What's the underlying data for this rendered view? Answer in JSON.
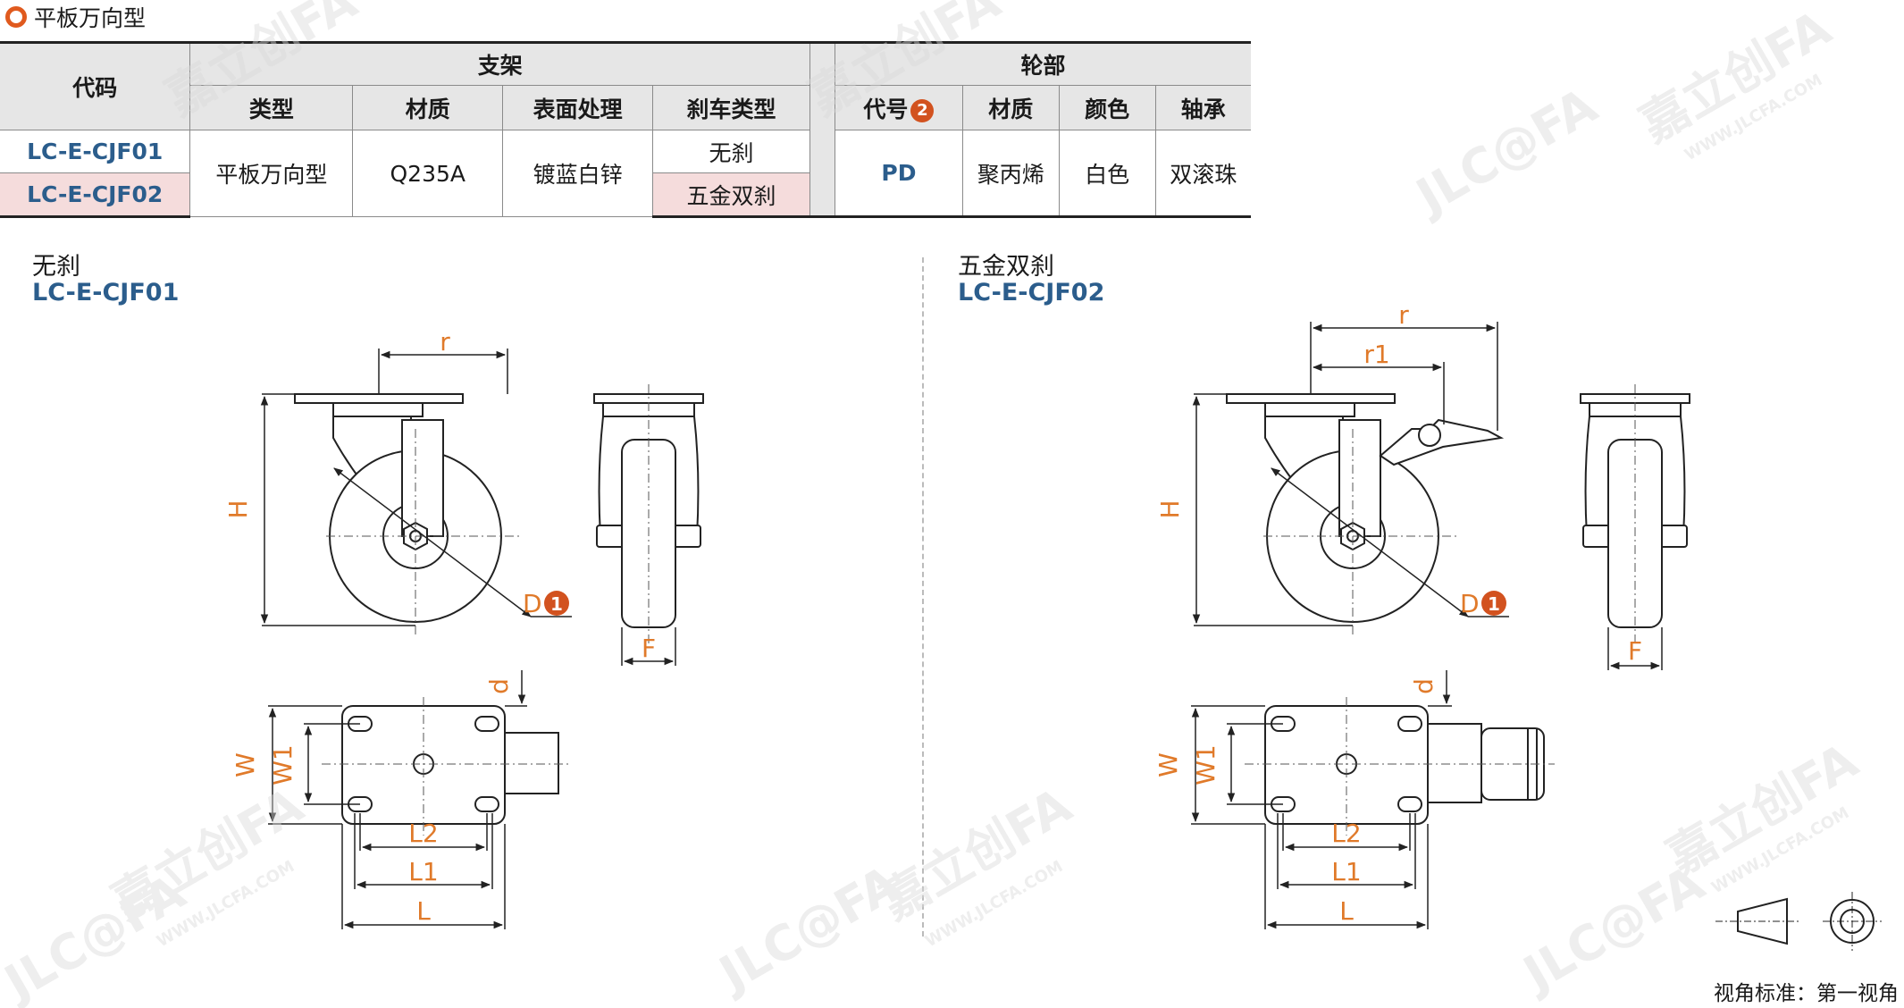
{
  "title": "平板万向型",
  "left_table": {
    "code_header": "代码",
    "group_header": "支架",
    "columns": [
      "类型",
      "材质",
      "表面处理",
      "刹车类型"
    ],
    "codes": [
      "LC-E-CJF01",
      "LC-E-CJF02"
    ],
    "type": "平板万向型",
    "material": "Q235A",
    "surface": "镀蓝白锌",
    "brakes": [
      "无刹",
      "五金双刹"
    ]
  },
  "right_table": {
    "group_header": "轮部",
    "code_col": "代号",
    "code_badge": "2",
    "columns": [
      "材质",
      "颜色",
      "轴承"
    ],
    "code": "PD",
    "material": "聚丙烯",
    "color": "白色",
    "bearing": "双滚珠"
  },
  "variant_1": {
    "label": "无刹",
    "code": "LC-E-CJF01"
  },
  "variant_2": {
    "label": "五金双刹",
    "code": "LC-E-CJF02"
  },
  "dims": {
    "r": "r",
    "r1": "r1",
    "H": "H",
    "D": "D",
    "D_badge": "1",
    "F": "F",
    "d": "d",
    "W": "W",
    "W1": "W1",
    "L": "L",
    "L1": "L1",
    "L2": "L2"
  },
  "projection_standard": "视角标准：第一视角",
  "watermark": {
    "brand": "JLC@FA",
    "cn": "嘉立创FA",
    "url": "WWW.JLCFA.COM"
  },
  "colors": {
    "accent": "#e05a1e",
    "code": "#2b5d8c",
    "dim": "#e07a2a",
    "header_bg": "#e6e6e6",
    "highlight": "#f5dcdc"
  }
}
